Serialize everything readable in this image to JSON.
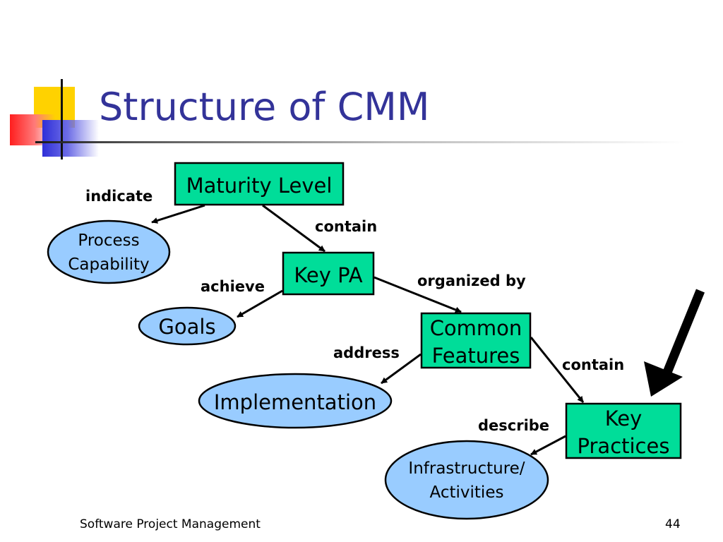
{
  "slide": {
    "title": "Structure of CMM",
    "footer_left": "Software Project Management",
    "page_number": "44"
  },
  "diagram": {
    "boxes": {
      "maturity_level": "Maturity Level",
      "key_pa": "Key PA",
      "common_features_1": "Common",
      "common_features_2": "Features",
      "key_practices_1": "Key",
      "key_practices_2": "Practices"
    },
    "ellipses": {
      "process_capability_1": "Process",
      "process_capability_2": "Capability",
      "goals": "Goals",
      "implementation": "Implementation",
      "infrastructure_1": "Infrastructure/",
      "infrastructure_2": "Activities"
    },
    "edge_labels": {
      "indicate": "indicate",
      "contain_1": "contain",
      "achieve": "achieve",
      "organized_by": "organized by",
      "address": "address",
      "contain_2": "contain",
      "describe": "describe"
    }
  },
  "colors": {
    "box_fill": "#00dd99",
    "ellipse_fill": "#99ccff",
    "title": "#333399"
  }
}
